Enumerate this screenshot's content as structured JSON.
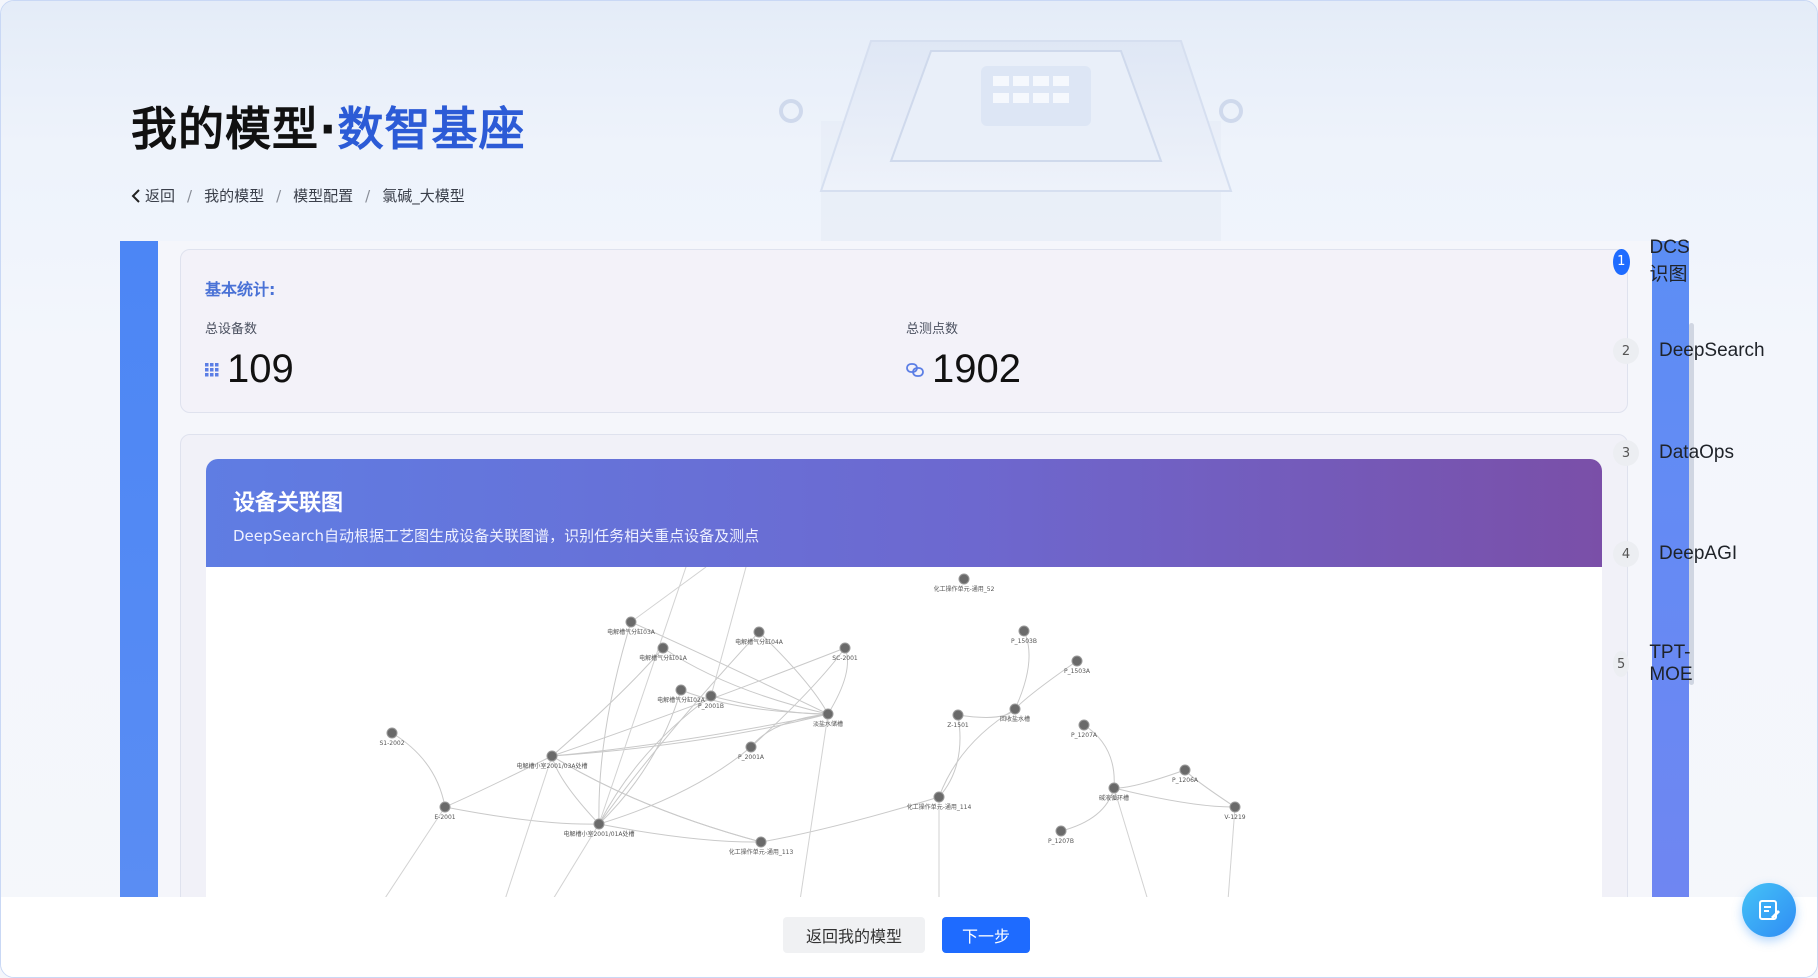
{
  "header": {
    "title_part1": "我的模型·",
    "title_part2": "数智基座"
  },
  "breadcrumb": {
    "back": "返回",
    "items": [
      "我的模型",
      "模型配置",
      "氯碱_大模型"
    ]
  },
  "stats": {
    "title": "基本统计:",
    "devices_label": "总设备数",
    "devices_value": "109",
    "points_label": "总测点数",
    "points_value": "1902"
  },
  "graph": {
    "title": "设备关联图",
    "subtitle": "DeepSearch自动根据工艺图生成设备关联图谱，识别任务相关重点设备及测点",
    "nodes": [
      {
        "id": "n1",
        "label": "电解槽气分缸03A"
      },
      {
        "id": "n2",
        "label": "电解槽气分缸04A"
      },
      {
        "id": "n3",
        "label": "电解槽气分缸01A"
      },
      {
        "id": "n4",
        "label": "SC-2001"
      },
      {
        "id": "n5",
        "label": "电解槽气分缸02A"
      },
      {
        "id": "n6",
        "label": "P_2001B"
      },
      {
        "id": "n7",
        "label": "淡盐水储槽"
      },
      {
        "id": "n8",
        "label": "S1-2002"
      },
      {
        "id": "n9",
        "label": "P_2001A"
      },
      {
        "id": "n10",
        "label": "电解槽小室2001/03A处槽"
      },
      {
        "id": "n11",
        "label": "E-2001"
      },
      {
        "id": "n12",
        "label": "电解槽小室2001/01A处槽"
      },
      {
        "id": "n13",
        "label": "化工操作单元-通用_52"
      },
      {
        "id": "n14",
        "label": "P_1503B"
      },
      {
        "id": "n15",
        "label": "P_1503A"
      },
      {
        "id": "n16",
        "label": "Z-1501"
      },
      {
        "id": "n17",
        "label": "回收盐水槽"
      },
      {
        "id": "n18",
        "label": "P_1207A"
      },
      {
        "id": "n19",
        "label": "化工操作单元-通用_114"
      },
      {
        "id": "n20",
        "label": "P_1206A"
      },
      {
        "id": "n21",
        "label": "碱液循环槽"
      },
      {
        "id": "n22",
        "label": "V-1219"
      },
      {
        "id": "n23",
        "label": "P_1207B"
      },
      {
        "id": "n24",
        "label": "化工操作单元-通用_113"
      }
    ]
  },
  "steps": [
    {
      "num": "1",
      "label": "DCS识图",
      "active": true
    },
    {
      "num": "2",
      "label": "DeepSearch",
      "active": false
    },
    {
      "num": "3",
      "label": "DataOps",
      "active": false
    },
    {
      "num": "4",
      "label": "DeepAGI",
      "active": false
    },
    {
      "num": "5",
      "label": "TPT-MOE",
      "active": false
    }
  ],
  "footer": {
    "back_button": "返回我的模型",
    "next_button": "下一步"
  },
  "colors": {
    "primary": "#1e6bff",
    "title_accent": "#2c5bd6",
    "stats_title": "#4a72d6"
  }
}
